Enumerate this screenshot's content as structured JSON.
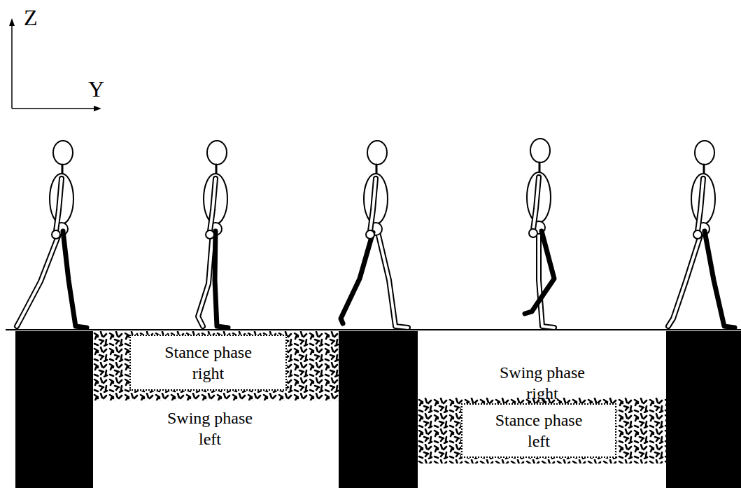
{
  "diagram": {
    "nodes": [
      {
        "text": [
          "Stance phase right"
        ]
      },
      {
        "text": [
          "Stance phase left"
        ]
      }
    ],
    "labels": [
      "Z",
      "Y",
      "Swing phase left",
      "Swing phase right"
    ]
  }
}
